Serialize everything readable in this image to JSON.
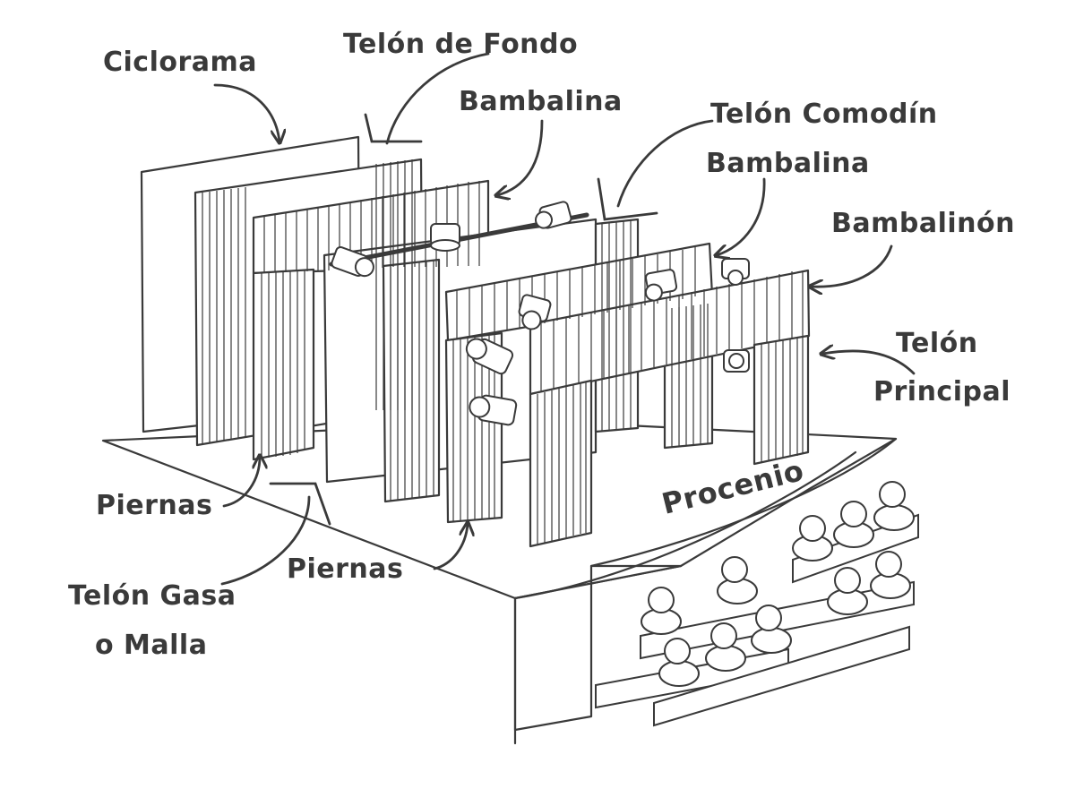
{
  "labels": {
    "ciclorama": "Ciclorama",
    "telon_de_fondo": "Telón de Fondo",
    "bambalina_1": "Bambalina",
    "telon_comodin": "Telón Comodín",
    "bambalina_2": "Bambalina",
    "bambalinon": "Bambalinón",
    "telon_principal_1": "Telón",
    "telon_principal_2": "Principal",
    "piernas_1": "Piernas",
    "piernas_2": "Piernas",
    "telon_gasa_1": "Telón Gasa",
    "telon_gasa_2": "o Malla",
    "procenio": "Procenio"
  },
  "colors": {
    "ink": "#3a3a3a",
    "background": "#ffffff",
    "fill": "#ffffff"
  }
}
